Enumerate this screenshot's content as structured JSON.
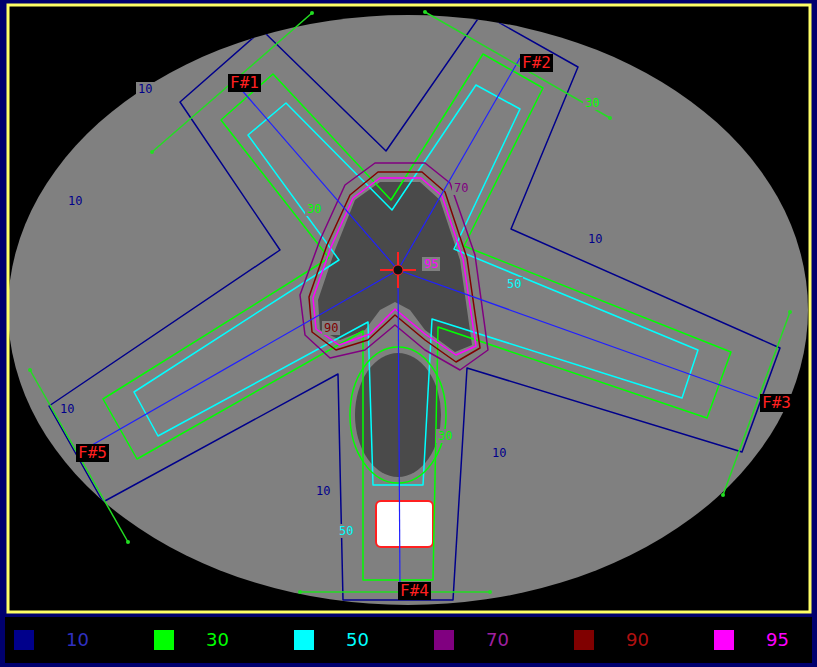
{
  "diagram": {
    "labels": [
      "F#1",
      "F#2",
      "F#3",
      "F#4",
      "F#5",
      "10",
      "30",
      "10",
      "30",
      "70",
      "95",
      "50",
      "10",
      "90",
      "10",
      "30",
      "10",
      "10",
      "50"
    ],
    "legend": [
      {
        "text": "10",
        "color": "#00008b"
      },
      {
        "text": "30",
        "color": "#00ff00"
      },
      {
        "text": "50",
        "color": "#00ffff"
      },
      {
        "text": "70",
        "color": "#800080"
      },
      {
        "text": "90",
        "color": "#800000"
      },
      {
        "text": "95",
        "color": "#ff00ff"
      }
    ]
  }
}
